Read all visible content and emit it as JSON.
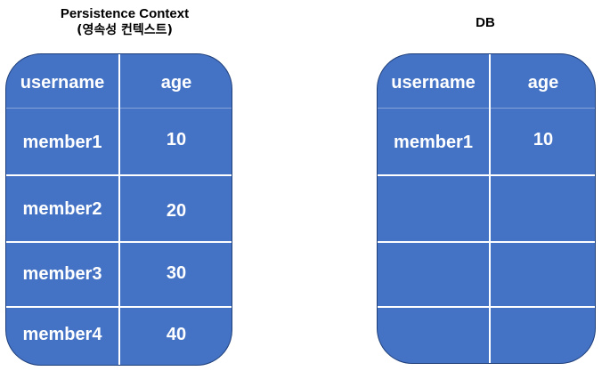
{
  "context": {
    "title_line1": "Persistence Context",
    "title_line2": "(영속성 컨텍스트)",
    "headers": {
      "username": "username",
      "age": "age"
    },
    "rows": [
      {
        "username": "member1",
        "age": "10"
      },
      {
        "username": "member2",
        "age": "20"
      },
      {
        "username": "member3",
        "age": "30"
      },
      {
        "username": "member4",
        "age": "40"
      }
    ]
  },
  "db": {
    "title": "DB",
    "headers": {
      "username": "username",
      "age": "age"
    },
    "rows": [
      {
        "username": "member1",
        "age": "10"
      }
    ]
  },
  "colors": {
    "panel_fill": "#4472c4",
    "panel_border": "#1f3f7a",
    "grid_line": "#ffffff",
    "cell_text": "#ffffff"
  }
}
